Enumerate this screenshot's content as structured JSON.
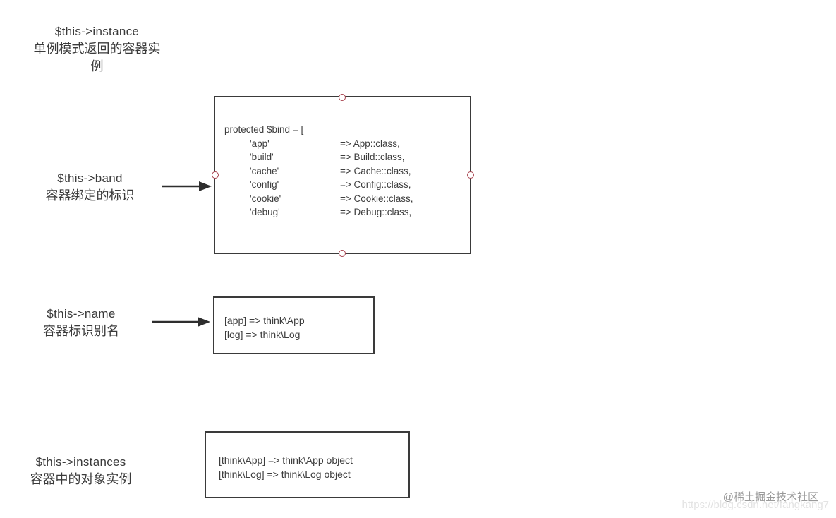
{
  "colors": {
    "box_border": "#3a3a3a",
    "text": "#3d3d3d",
    "arrow": "#2e2e2e",
    "selection_handle": "#a8424e",
    "watermark": "#9a9a9a",
    "watermark_url": "#e3e3e3"
  },
  "annotations": {
    "instance": {
      "code": "$this->instance",
      "desc": "单例模式返回的容器实例"
    },
    "band": {
      "code": "$this->band",
      "desc": "容器绑定的标识"
    },
    "name": {
      "code": "$this->name",
      "desc": "容器标识别名"
    },
    "instances": {
      "code": "$this->instances",
      "desc": "容器中的对象实例"
    }
  },
  "bind_box": {
    "header": "protected $bind = [",
    "entries": [
      {
        "key": "'app'",
        "value": "=> App::class,"
      },
      {
        "key": "'build'",
        "value": "=> Build::class,"
      },
      {
        "key": "'cache'",
        "value": "=> Cache::class,"
      },
      {
        "key": "'config'",
        "value": "=> Config::class,"
      },
      {
        "key": "'cookie'",
        "value": "=> Cookie::class,"
      },
      {
        "key": "'debug'",
        "value": "=> Debug::class,"
      }
    ]
  },
  "name_box": {
    "lines": [
      "[app] => think\\App",
      "[log] => think\\Log"
    ]
  },
  "instances_box": {
    "lines": [
      "[think\\App] => think\\App object",
      "[think\\Log]  => think\\Log object"
    ]
  },
  "watermark": {
    "community": "@稀土掘金技术社区",
    "url": "https://blog.csdn.net/fangkang7"
  }
}
